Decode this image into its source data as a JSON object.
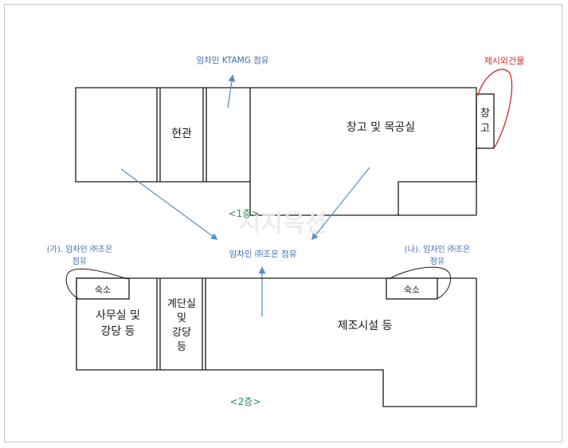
{
  "floor1": {
    "tenant_note": "임차인 KTAMG 점유",
    "room_hyeongwan": "현관",
    "room_storage_workshop": "창고 및 목공실",
    "room_storage_small": [
      "창",
      "고"
    ],
    "excluded_building_note": "제시외건물",
    "floor_label": "<1층>",
    "watermark": "시지옥션"
  },
  "floor2": {
    "tenant_note_center": "임차인 ㈜조은 점유",
    "tenant_note_left": [
      "(가). 임차인 ㈜조은",
      "점유"
    ],
    "tenant_note_right": [
      "(나). 임차인 ㈜조은",
      "점유"
    ],
    "room_dorm_left": "숙소",
    "room_dorm_right": "숙소",
    "room_office": [
      "사무실 및",
      "강당 등"
    ],
    "room_stairs": [
      "계단실",
      "및",
      "강당",
      "등"
    ],
    "room_manufacturing": "제조시설 등",
    "floor_label": "<2층>"
  },
  "colors": {
    "outline": "#1a1a1a",
    "blue_text": "#3b6fb5",
    "arrow": "#5a8fc9",
    "red_text": "#cc2b2b",
    "green_text": "#2e8b57",
    "frame": "#c9c9c9"
  }
}
